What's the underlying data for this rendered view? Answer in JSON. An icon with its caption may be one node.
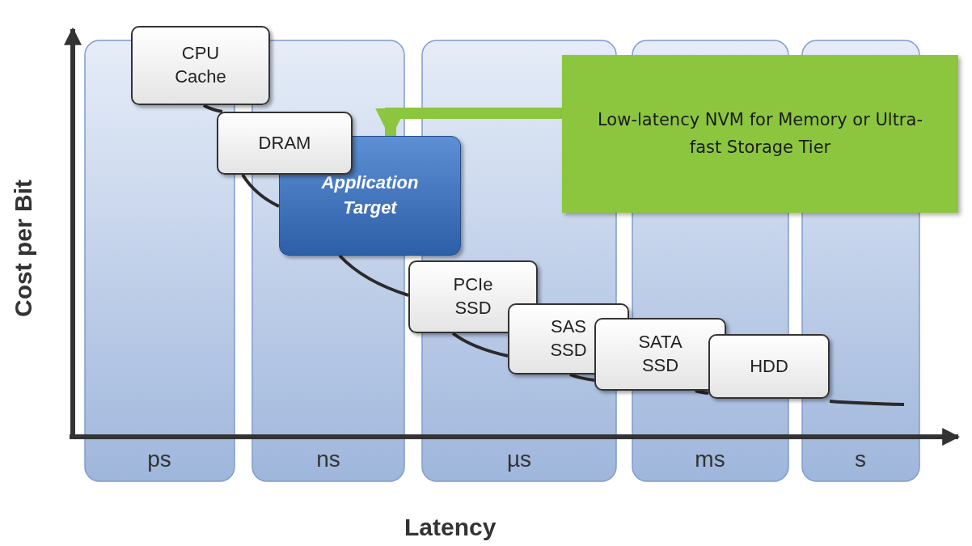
{
  "diagram": {
    "nodes": [
      {
        "text": [
          "CPU Cache"
        ]
      },
      {
        "text": [
          "DRAM"
        ]
      },
      {
        "text": [
          "Application Target"
        ]
      },
      {
        "text": [
          "PCIe SSD"
        ]
      },
      {
        "text": [
          "SAS SSD"
        ]
      },
      {
        "text": [
          "SATA SSD"
        ]
      },
      {
        "text": [
          "HDD"
        ]
      },
      {
        "text": [
          "Low-latency NVM for Memory or Ultra-fast Storage Tier"
        ]
      }
    ],
    "edges": [
      {
        "from": 0,
        "to": 1,
        "arrow": "none"
      },
      {
        "from": 1,
        "to": 2,
        "arrow": "none"
      },
      {
        "from": 2,
        "to": 3,
        "arrow": "none"
      },
      {
        "from": 3,
        "to": 4,
        "arrow": "none"
      },
      {
        "from": 4,
        "to": 5,
        "arrow": "none"
      },
      {
        "from": 5,
        "to": 6,
        "arrow": "none"
      },
      {
        "from": 6,
        "to": null,
        "arrow": "none"
      },
      {
        "from": 7,
        "to": 2,
        "arrow": "to",
        "style": "thick",
        "color": "#8cc63f"
      }
    ],
    "labels": [
      "Cost per Bit",
      "ps",
      "ns",
      "µs",
      "ms",
      "s",
      "Latency"
    ]
  }
}
